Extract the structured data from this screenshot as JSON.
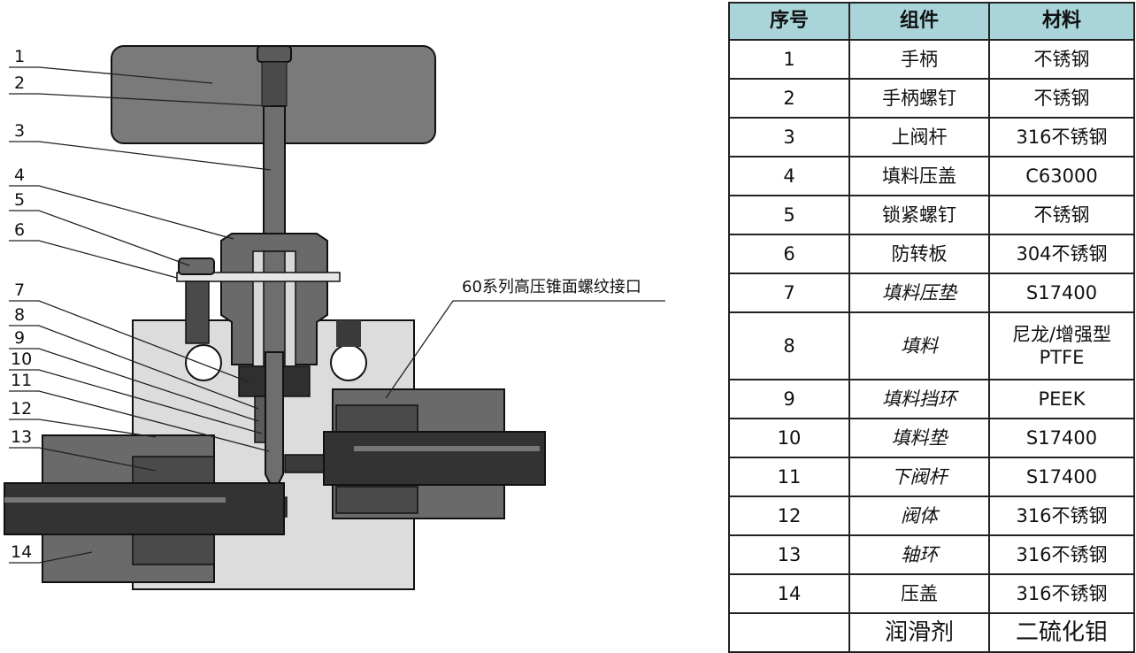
{
  "diagram": {
    "callout_labels": [
      "1",
      "2",
      "3",
      "4",
      "5",
      "6",
      "7",
      "8",
      "9",
      "10",
      "11",
      "12",
      "13",
      "14"
    ],
    "interface_label": "60系列高压锥面螺纹接口",
    "colors": {
      "handle": "#7a7a7a",
      "body": "#dcdcdc",
      "dark": "#3a3a3a",
      "outline": "#111111"
    }
  },
  "table": {
    "header": {
      "no": "序号",
      "part": "组件",
      "material": "材料"
    },
    "rows": [
      {
        "no": "1",
        "part": "手柄",
        "material": "不锈钢",
        "italic": false
      },
      {
        "no": "2",
        "part": "手柄螺钉",
        "material": "不锈钢",
        "italic": false
      },
      {
        "no": "3",
        "part": "上阀杆",
        "material": "316不锈钢",
        "italic": false
      },
      {
        "no": "4",
        "part": "填料压盖",
        "material": "C63000",
        "italic": false
      },
      {
        "no": "5",
        "part": "锁紧螺钉",
        "material": "不锈钢",
        "italic": false
      },
      {
        "no": "6",
        "part": "防转板",
        "material": "304不锈钢",
        "italic": false
      },
      {
        "no": "7",
        "part": "填料压垫",
        "material": "S17400",
        "italic": true
      },
      {
        "no": "8",
        "part": "填料",
        "material": "尼龙/增强型PTFE",
        "italic": true
      },
      {
        "no": "9",
        "part": "填料挡环",
        "material": "PEEK",
        "italic": true
      },
      {
        "no": "10",
        "part": "填料垫",
        "material": "S17400",
        "italic": true
      },
      {
        "no": "11",
        "part": "下阀杆",
        "material": "S17400",
        "italic": true
      },
      {
        "no": "12",
        "part": "阀体",
        "material": "316不锈钢",
        "italic": true
      },
      {
        "no": "13",
        "part": "轴环",
        "material": "316不锈钢",
        "italic": true
      },
      {
        "no": "14",
        "part": "压盖",
        "material": "316不锈钢",
        "italic": false
      }
    ],
    "footer": {
      "no": "",
      "part": "润滑剂",
      "material": "二硫化钼"
    },
    "header_color": "#a9d4d9"
  }
}
